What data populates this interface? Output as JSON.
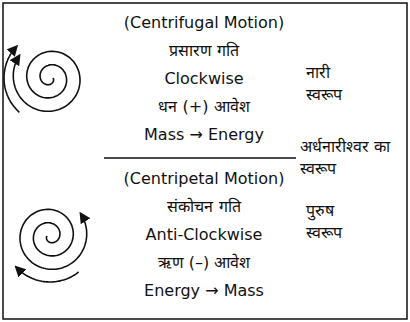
{
  "diagram": {
    "labels": [
      "(Centrifugal Motion)",
      "प्रसारण गति",
      "Clockwise",
      "धन (+) आवेश",
      "Mass → Energy",
      "नारी स्वरूप",
      "अर्धनारीश्वर का स्वरूप",
      "(Centripetal Motion)",
      "संकोचन गति",
      "Anti-Clockwise",
      "ऋण (–) आवेश",
      "Energy → Mass",
      "पुरुष स्वरूप"
    ]
  }
}
